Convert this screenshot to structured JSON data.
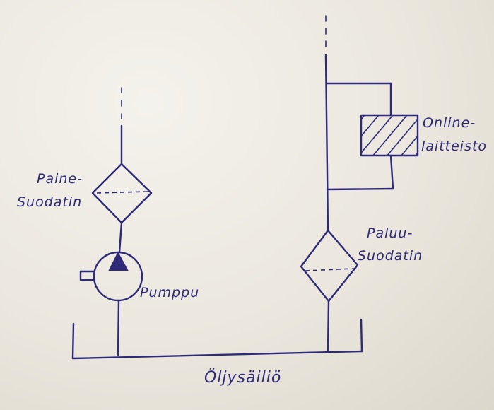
{
  "diagram": {
    "labels": {
      "pressure_filter_line1": "Paine-",
      "pressure_filter_line2": "Suodatin",
      "pump": "Pumppu",
      "return_filter_line1": "Paluu-",
      "return_filter_line2": "Suodatin",
      "online_line1": "Online-",
      "online_line2": "laitteisto",
      "tank": "Öljysäiliö"
    },
    "colors": {
      "ink": "#2e2a78",
      "paper": "#efece5"
    }
  }
}
